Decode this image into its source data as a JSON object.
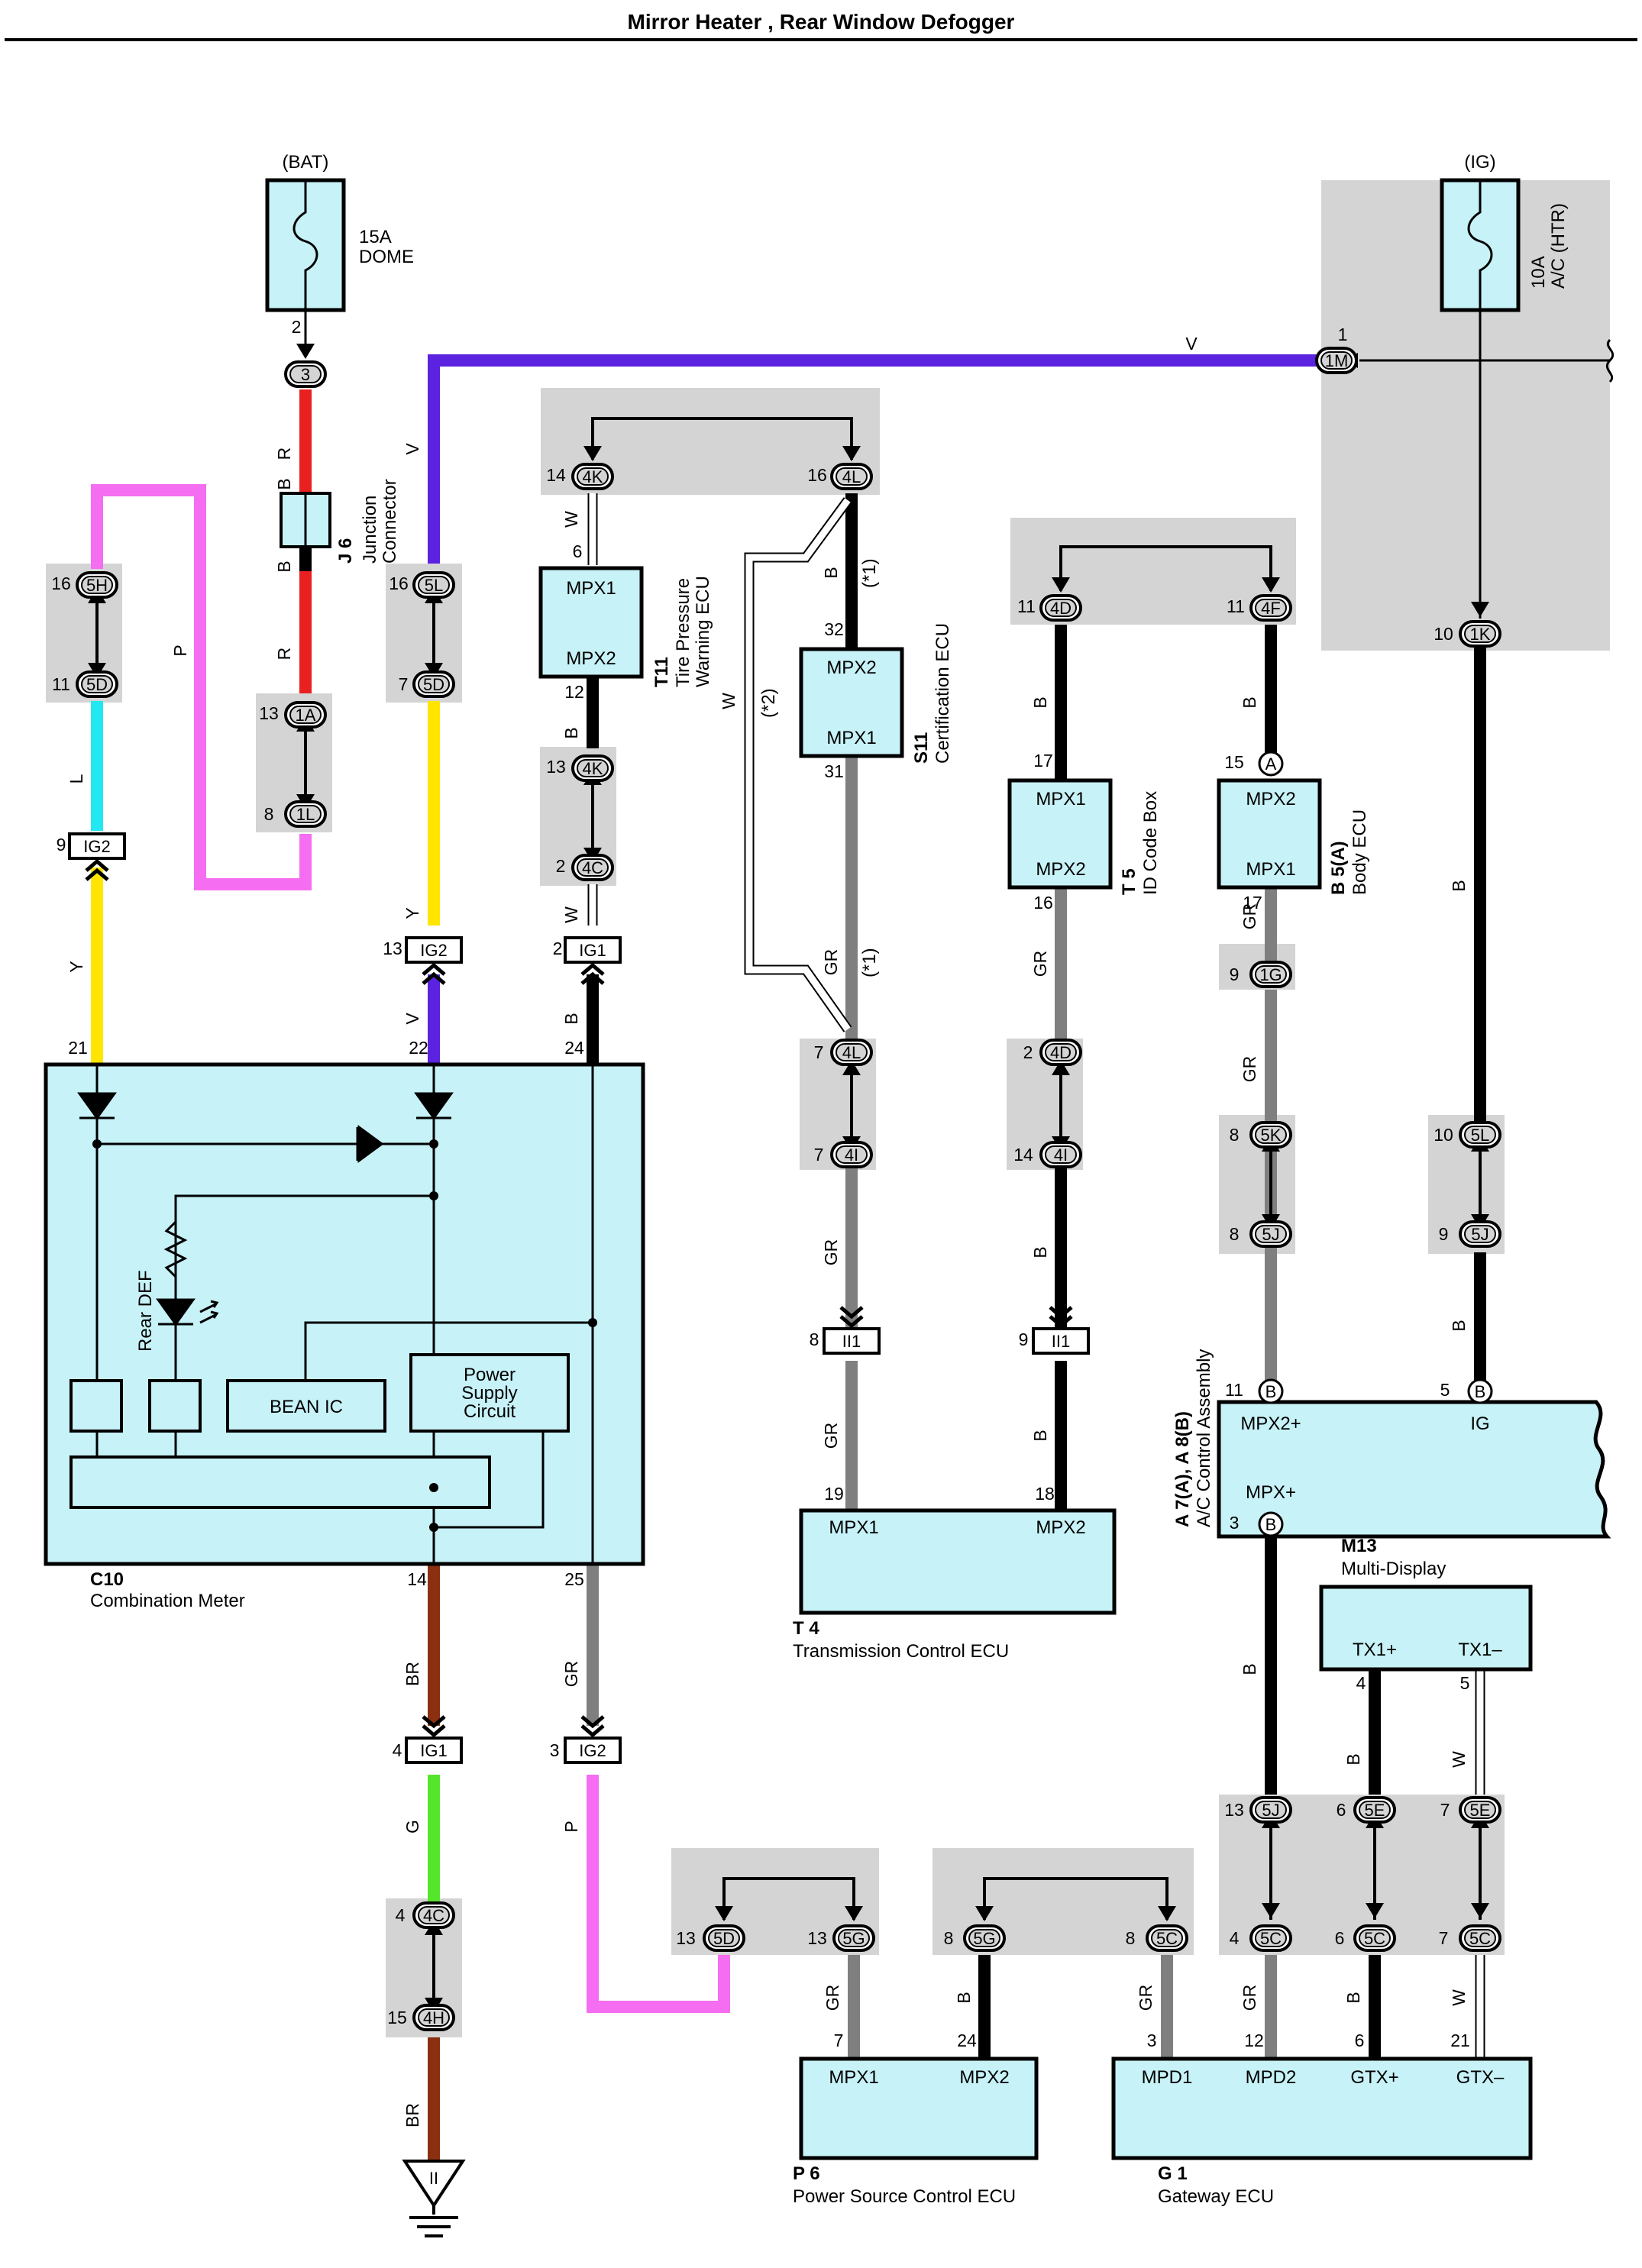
{
  "title": "Mirror Heater , Rear Window Defogger",
  "colors": {
    "ecu_fill": "#c7f2f7",
    "junction_gray": "#d4d4d4",
    "wire_V": "#5b22e0",
    "wire_R": "#e8201f",
    "wire_P": "#f56df0",
    "wire_L": "#22e8f2",
    "wire_Y": "#ffe500",
    "wire_B": "#000000",
    "wire_GR": "#7f7f7f",
    "wire_W": "#ffffff",
    "wire_BR": "#8a3010",
    "wire_G": "#55e52a"
  },
  "labels": {
    "bat": "(BAT)",
    "ig": "(IG)",
    "fuse_dome_amp": "15A",
    "fuse_dome_name": "DOME",
    "fuse_htr_amp": "10A",
    "fuse_htr_name": "A/C (HTR)",
    "j6_code": "J 6",
    "j6_l1": "Junction",
    "j6_l2": "Connector",
    "t11_code": "T11",
    "t11_l1": "Tire Pressure",
    "t11_l2": "Warning ECU",
    "s11_code": "S11",
    "s11_l1": "Certification ECU",
    "t5_code": "T 5",
    "t5_l1": "ID Code Box",
    "b5_code": "B 5(A)",
    "b5_l1": "Body ECU",
    "a7_code": "A 7(A), A 8(B)",
    "a7_l1": "A/C Control Assembly",
    "c10_code": "C10",
    "c10_name": "Combination Meter",
    "t4_code": "T 4",
    "t4_name": "Transmission Control ECU",
    "m13_code": "M13",
    "m13_name": "Multi-Display",
    "p6_code": "P 6",
    "p6_name": "Power Source Control ECU",
    "g1_code": "G 1",
    "g1_name": "Gateway ECU",
    "rear_def": "Rear DEF",
    "bean_ic": "BEAN IC",
    "psc_1": "Power",
    "psc_2": "Supply",
    "psc_3": "Circuit",
    "note_1": "(*1)",
    "note_2": "(*2)",
    "ground": "II"
  },
  "wires": [
    {
      "id": "w-bat-R1",
      "color": "R"
    },
    {
      "id": "w-bat-B1",
      "color": "B"
    },
    {
      "id": "w-bat-B2",
      "color": "B"
    },
    {
      "id": "w-bat-R2",
      "color": "R"
    },
    {
      "id": "w-P-left",
      "color": "P"
    },
    {
      "id": "w-L",
      "color": "L"
    },
    {
      "id": "w-Y-left",
      "color": "Y"
    },
    {
      "id": "w-V-top",
      "color": "V"
    },
    {
      "id": "w-V-left",
      "color": "V"
    },
    {
      "id": "w-Y-mid",
      "color": "Y"
    },
    {
      "id": "w-V-low",
      "color": "V"
    },
    {
      "id": "w-W-t11",
      "color": "W"
    },
    {
      "id": "w-B-t11",
      "color": "B"
    },
    {
      "id": "w-W-4c",
      "color": "W"
    },
    {
      "id": "w-B-ig1",
      "color": "B"
    },
    {
      "id": "w-B-s11",
      "color": "B"
    },
    {
      "id": "w-W-loop",
      "color": "W"
    },
    {
      "id": "w-GR-s11",
      "color": "GR"
    },
    {
      "id": "w-GR-t4a",
      "color": "GR"
    },
    {
      "id": "w-GR-t4b",
      "color": "GR"
    },
    {
      "id": "w-B-t5a",
      "color": "B"
    },
    {
      "id": "w-GR-t5",
      "color": "GR"
    },
    {
      "id": "w-B-t5b",
      "color": "B"
    },
    {
      "id": "w-B-t5c",
      "color": "B"
    },
    {
      "id": "w-B-b5",
      "color": "B"
    },
    {
      "id": "w-GR-b5a",
      "color": "GR"
    },
    {
      "id": "w-GR-b5b",
      "color": "GR"
    },
    {
      "id": "w-B-ig",
      "color": "B"
    },
    {
      "id": "w-B-ig2",
      "color": "B"
    },
    {
      "id": "w-BR-1",
      "color": "BR"
    },
    {
      "id": "w-G",
      "color": "G"
    },
    {
      "id": "w-BR-2",
      "color": "BR"
    },
    {
      "id": "w-GR-c10",
      "color": "GR"
    },
    {
      "id": "w-P-low",
      "color": "P"
    },
    {
      "id": "w-GR-p6",
      "color": "GR"
    },
    {
      "id": "w-B-p6",
      "color": "B"
    },
    {
      "id": "w-GR-g1a",
      "color": "GR"
    },
    {
      "id": "w-B-a7",
      "color": "B"
    },
    {
      "id": "w-GR-g1b",
      "color": "GR"
    },
    {
      "id": "w-B-m13",
      "color": "B"
    },
    {
      "id": "w-B-g1",
      "color": "B"
    },
    {
      "id": "w-W-m13",
      "color": "W"
    },
    {
      "id": "w-W-g1",
      "color": "W"
    }
  ],
  "connectors": [
    {
      "id": "c-3",
      "text": "3"
    },
    {
      "id": "c-5H",
      "text": "5H"
    },
    {
      "id": "c-5D-a",
      "text": "5D"
    },
    {
      "id": "c-1A",
      "text": "1A"
    },
    {
      "id": "c-1L",
      "text": "1L"
    },
    {
      "id": "c-5L-a",
      "text": "5L"
    },
    {
      "id": "c-5D-b",
      "text": "5D"
    },
    {
      "id": "c-4K-a",
      "text": "4K"
    },
    {
      "id": "c-4L-a",
      "text": "4L"
    },
    {
      "id": "c-4K-b",
      "text": "4K"
    },
    {
      "id": "c-4C-a",
      "text": "4C"
    },
    {
      "id": "c-4D-a",
      "text": "4D"
    },
    {
      "id": "c-4F",
      "text": "4F"
    },
    {
      "id": "c-A",
      "text": "A"
    },
    {
      "id": "c-1M",
      "text": "1M"
    },
    {
      "id": "c-1K",
      "text": "1K"
    },
    {
      "id": "c-1G",
      "text": "1G"
    },
    {
      "id": "c-5K",
      "text": "5K"
    },
    {
      "id": "c-5J-a",
      "text": "5J"
    },
    {
      "id": "c-5L-b",
      "text": "5L"
    },
    {
      "id": "c-5J-b",
      "text": "5J"
    },
    {
      "id": "c-4L-b",
      "text": "4L"
    },
    {
      "id": "c-4I-a",
      "text": "4I"
    },
    {
      "id": "c-4D-b",
      "text": "4D"
    },
    {
      "id": "c-4I-b",
      "text": "4I"
    },
    {
      "id": "c-B-a",
      "text": "B"
    },
    {
      "id": "c-B-b",
      "text": "B"
    },
    {
      "id": "c-B-c",
      "text": "B"
    },
    {
      "id": "c-4C-b",
      "text": "4C"
    },
    {
      "id": "c-4H",
      "text": "4H"
    },
    {
      "id": "c-5D-c",
      "text": "5D"
    },
    {
      "id": "c-5G-a",
      "text": "5G"
    },
    {
      "id": "c-5G-b",
      "text": "5G"
    },
    {
      "id": "c-5C-a",
      "text": "5C"
    },
    {
      "id": "c-5J-c",
      "text": "5J"
    },
    {
      "id": "c-5E-a",
      "text": "5E"
    },
    {
      "id": "c-5E-b",
      "text": "5E"
    },
    {
      "id": "c-5C-b",
      "text": "5C"
    },
    {
      "id": "c-5C-c",
      "text": "5C"
    },
    {
      "id": "c-5C-d",
      "text": "5C"
    }
  ],
  "splice_boxes": [
    {
      "id": "s-IG2-a",
      "text": "IG2"
    },
    {
      "id": "s-IG2-b",
      "text": "IG2"
    },
    {
      "id": "s-IG1-a",
      "text": "IG1"
    },
    {
      "id": "s-II1-a",
      "text": "II1"
    },
    {
      "id": "s-II1-b",
      "text": "II1"
    },
    {
      "id": "s-IG1-b",
      "text": "IG1"
    },
    {
      "id": "s-IG2-c",
      "text": "IG2"
    }
  ],
  "pins": [
    {
      "id": "p1",
      "text": "2"
    },
    {
      "id": "p2",
      "text": "16"
    },
    {
      "id": "p3",
      "text": "11"
    },
    {
      "id": "p4",
      "text": "13"
    },
    {
      "id": "p5",
      "text": "8"
    },
    {
      "id": "p6",
      "text": "9"
    },
    {
      "id": "p7",
      "text": "21"
    },
    {
      "id": "p8",
      "text": "16"
    },
    {
      "id": "p9",
      "text": "7"
    },
    {
      "id": "p10",
      "text": "13"
    },
    {
      "id": "p11",
      "text": "22"
    },
    {
      "id": "p12",
      "text": "14"
    },
    {
      "id": "p13",
      "text": "6"
    },
    {
      "id": "p14",
      "text": "12"
    },
    {
      "id": "p15",
      "text": "13"
    },
    {
      "id": "p16",
      "text": "2"
    },
    {
      "id": "p17",
      "text": "2"
    },
    {
      "id": "p18",
      "text": "24"
    },
    {
      "id": "p19",
      "text": "16"
    },
    {
      "id": "p20",
      "text": "32"
    },
    {
      "id": "p21",
      "text": "31"
    },
    {
      "id": "p22",
      "text": "7"
    },
    {
      "id": "p23",
      "text": "7"
    },
    {
      "id": "p24",
      "text": "8"
    },
    {
      "id": "p25",
      "text": "19"
    },
    {
      "id": "p26",
      "text": "11"
    },
    {
      "id": "p27",
      "text": "17"
    },
    {
      "id": "p28",
      "text": "16"
    },
    {
      "id": "p29",
      "text": "2"
    },
    {
      "id": "p30",
      "text": "14"
    },
    {
      "id": "p31",
      "text": "9"
    },
    {
      "id": "p32",
      "text": "18"
    },
    {
      "id": "p33",
      "text": "11"
    },
    {
      "id": "p34",
      "text": "15"
    },
    {
      "id": "p35",
      "text": "17"
    },
    {
      "id": "p36",
      "text": "9"
    },
    {
      "id": "p37",
      "text": "8"
    },
    {
      "id": "p38",
      "text": "8"
    },
    {
      "id": "p39",
      "text": "11"
    },
    {
      "id": "p40",
      "text": "3"
    },
    {
      "id": "p41",
      "text": "1"
    },
    {
      "id": "p42",
      "text": "10"
    },
    {
      "id": "p43",
      "text": "10"
    },
    {
      "id": "p44",
      "text": "9"
    },
    {
      "id": "p45",
      "text": "5"
    },
    {
      "id": "p46",
      "text": "14"
    },
    {
      "id": "p47",
      "text": "4"
    },
    {
      "id": "p48",
      "text": "4"
    },
    {
      "id": "p49",
      "text": "15"
    },
    {
      "id": "p50",
      "text": "25"
    },
    {
      "id": "p51",
      "text": "3"
    },
    {
      "id": "p52",
      "text": "13"
    },
    {
      "id": "p53",
      "text": "13"
    },
    {
      "id": "p54",
      "text": "7"
    },
    {
      "id": "p55",
      "text": "24"
    },
    {
      "id": "p56",
      "text": "8"
    },
    {
      "id": "p57",
      "text": "8"
    },
    {
      "id": "p58",
      "text": "3"
    },
    {
      "id": "p59",
      "text": "13"
    },
    {
      "id": "p60",
      "text": "4"
    },
    {
      "id": "p61",
      "text": "12"
    },
    {
      "id": "p62",
      "text": "6"
    },
    {
      "id": "p63",
      "text": "6"
    },
    {
      "id": "p64",
      "text": "6"
    },
    {
      "id": "p65",
      "text": "4"
    },
    {
      "id": "p66",
      "text": "7"
    },
    {
      "id": "p67",
      "text": "7"
    },
    {
      "id": "p68",
      "text": "21"
    },
    {
      "id": "p69",
      "text": "5"
    }
  ],
  "terminals": [
    {
      "id": "t1",
      "text": "MPX1"
    },
    {
      "id": "t2",
      "text": "MPX2"
    },
    {
      "id": "t3",
      "text": "MPX2"
    },
    {
      "id": "t4",
      "text": "MPX1"
    },
    {
      "id": "t5",
      "text": "MPX1"
    },
    {
      "id": "t6",
      "text": "MPX2"
    },
    {
      "id": "t7",
      "text": "MPX2"
    },
    {
      "id": "t8",
      "text": "MPX1"
    },
    {
      "id": "t9",
      "text": "MPX2+"
    },
    {
      "id": "t10",
      "text": "IG"
    },
    {
      "id": "t11",
      "text": "MPX+"
    },
    {
      "id": "t12",
      "text": "MPX1"
    },
    {
      "id": "t13",
      "text": "MPX2"
    },
    {
      "id": "t14",
      "text": "TX1+"
    },
    {
      "id": "t15",
      "text": "TX1–"
    },
    {
      "id": "t16",
      "text": "MPX1"
    },
    {
      "id": "t17",
      "text": "MPX2"
    },
    {
      "id": "t18",
      "text": "MPD1"
    },
    {
      "id": "t19",
      "text": "MPD2"
    },
    {
      "id": "t20",
      "text": "GTX+"
    },
    {
      "id": "t21",
      "text": "GTX–"
    }
  ]
}
